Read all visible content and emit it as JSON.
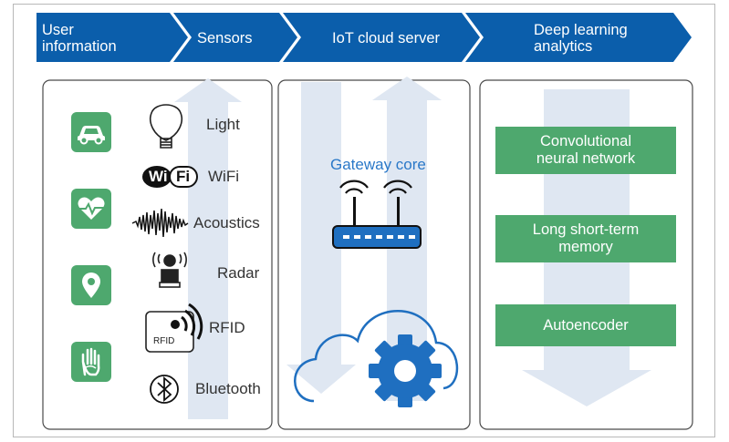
{
  "header": {
    "steps": [
      {
        "label_line1": "User",
        "label_line2": "information"
      },
      {
        "label": "Sensors"
      },
      {
        "label": "IoT cloud server"
      },
      {
        "label_line1": "Deep learning",
        "label_line2": "analytics"
      }
    ]
  },
  "user_info": {
    "icons": [
      "car-icon",
      "heart-pulse-icon",
      "location-pin-icon",
      "hand-icon"
    ]
  },
  "sensors": [
    {
      "label": "Light",
      "icon": "light-bulb-icon"
    },
    {
      "label": "WiFi",
      "icon": "wifi-logo-icon",
      "logo_text_1": "Wi",
      "logo_text_2": "Fi"
    },
    {
      "label": "Acoustics",
      "icon": "sound-wave-icon"
    },
    {
      "label": "Radar",
      "icon": "radar-icon"
    },
    {
      "label": "RFID",
      "icon": "rfid-tag-icon",
      "tag_text": "RFID"
    },
    {
      "label": "Bluetooth",
      "icon": "bluetooth-icon"
    }
  ],
  "cloud": {
    "gateway_label": "Gateway core",
    "icons": [
      "router-icon",
      "cloud-icon",
      "gear-icon"
    ]
  },
  "analytics": {
    "models": [
      "Convolutional\nneural network",
      "Long short-term\nmemory",
      "Autoencoder"
    ]
  },
  "colors": {
    "header_blue": "#0b5eab",
    "model_green": "#4ea86e",
    "arrow_light": "#dfe7f2",
    "icon_blue": "#1f6fc0",
    "gateway_text": "#2a78c8"
  }
}
